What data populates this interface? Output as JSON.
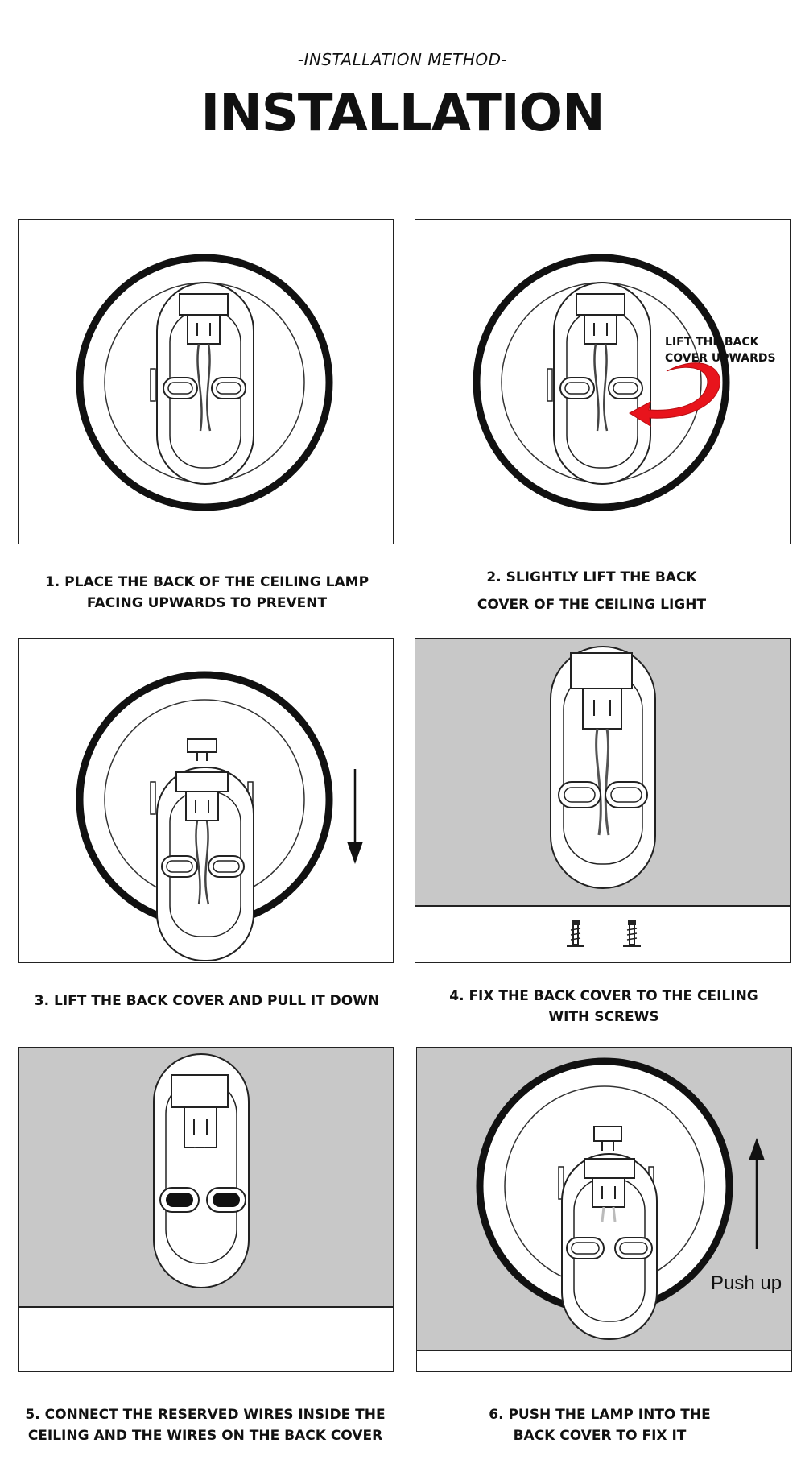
{
  "header": {
    "subtitle": "-INSTALLATION METHOD-",
    "title": "INSTALLATION"
  },
  "steps": [
    {
      "caption_line1": "1. PLACE THE BACK OF THE CEILING LAMP",
      "caption_line2": "FACING UPWARDS TO PREVENT"
    },
    {
      "caption_line1": "2. SLIGHTLY LIFT THE BACK",
      "caption_line2": "COVER OF THE CEILING LIGHT",
      "callout_line1": "LIFT THE BACK",
      "callout_line2": "COVER UPWARDS"
    },
    {
      "caption_line1": "3. LIFT THE BACK COVER AND PULL IT DOWN",
      "caption_line2": ""
    },
    {
      "caption_line1": "4. FIX THE BACK COVER TO THE CEILING",
      "caption_line2": "WITH SCREWS"
    },
    {
      "caption_line1": "5. CONNECT THE RESERVED WIRES INSIDE THE",
      "caption_line2": "CEILING  AND THE WIRES ON THE BACK COVER"
    },
    {
      "caption_line1": "6. PUSH THE LAMP INTO THE",
      "caption_line2": "BACK COVER TO FIX IT",
      "push_label": "Push up"
    }
  ],
  "colors": {
    "ceiling_gray": "#c8c8c8",
    "arrow_red": "#e8141c",
    "line": "#1a1a1a"
  }
}
